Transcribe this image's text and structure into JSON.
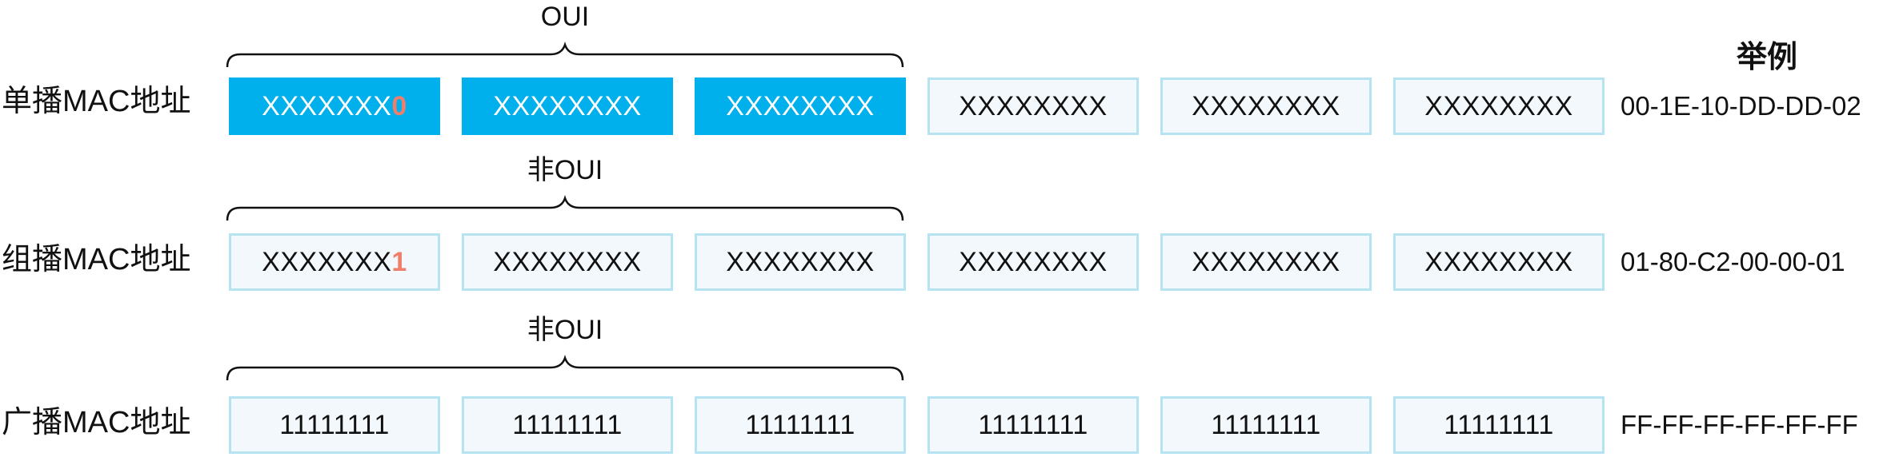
{
  "header": "举例",
  "rows": [
    {
      "label": "单播MAC地址",
      "brace_label": "OUI",
      "cells": [
        {
          "prefix": "XXXXXXX",
          "bit": "0",
          "style": "filled"
        },
        {
          "prefix": "XXXXXXXX",
          "bit": "",
          "style": "filled"
        },
        {
          "prefix": "XXXXXXXX",
          "bit": "",
          "style": "filled"
        },
        {
          "prefix": "XXXXXXXX",
          "bit": "",
          "style": "light"
        },
        {
          "prefix": "XXXXXXXX",
          "bit": "",
          "style": "light"
        },
        {
          "prefix": "XXXXXXXX",
          "bit": "",
          "style": "light"
        }
      ],
      "example": "00-1E-10-DD-DD-02"
    },
    {
      "label": "组播MAC地址",
      "brace_label": "非OUI",
      "cells": [
        {
          "prefix": "XXXXXXX",
          "bit": "1",
          "style": "light"
        },
        {
          "prefix": "XXXXXXXX",
          "bit": "",
          "style": "light"
        },
        {
          "prefix": "XXXXXXXX",
          "bit": "",
          "style": "light"
        },
        {
          "prefix": "XXXXXXXX",
          "bit": "",
          "style": "light"
        },
        {
          "prefix": "XXXXXXXX",
          "bit": "",
          "style": "light"
        },
        {
          "prefix": "XXXXXXXX",
          "bit": "",
          "style": "light"
        }
      ],
      "example": "01-80-C2-00-00-01"
    },
    {
      "label": "广播MAC地址",
      "brace_label": "非OUI",
      "cells": [
        {
          "prefix": "11111111",
          "bit": "",
          "style": "light"
        },
        {
          "prefix": "11111111",
          "bit": "",
          "style": "light"
        },
        {
          "prefix": "11111111",
          "bit": "",
          "style": "light"
        },
        {
          "prefix": "11111111",
          "bit": "",
          "style": "light"
        },
        {
          "prefix": "11111111",
          "bit": "",
          "style": "light"
        },
        {
          "prefix": "11111111",
          "bit": "",
          "style": "light"
        }
      ],
      "example": "FF-FF-FF-FF-FF-FF"
    }
  ],
  "colors": {
    "oui_fill": "#00b0ec",
    "cell_fill": "#f2f8fc",
    "cell_border": "#b6e3f2",
    "highlight_bit": "#ef7f6b"
  }
}
